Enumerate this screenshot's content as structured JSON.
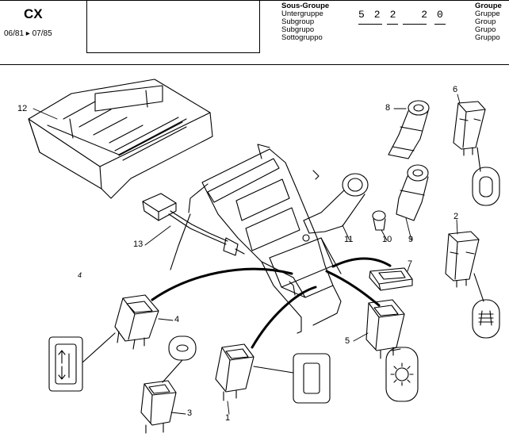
{
  "header": {
    "model": "CX",
    "years": "06/81 ▸ 07/85",
    "subgroup_labels": [
      "Sous-Groupe",
      "Untergruppe",
      "Subgroup",
      "Subgrupo",
      "Sottogruppo"
    ],
    "subgroup_number": "522 20",
    "group_labels": [
      "Groupe",
      "Gruppe",
      "Group",
      "Grupo",
      "Gruppo"
    ]
  },
  "callouts": [
    "12",
    "8",
    "6",
    "13",
    "11",
    "10",
    "9",
    "2",
    "7",
    "4",
    "5",
    "1",
    "3"
  ],
  "stray_mark": "4"
}
